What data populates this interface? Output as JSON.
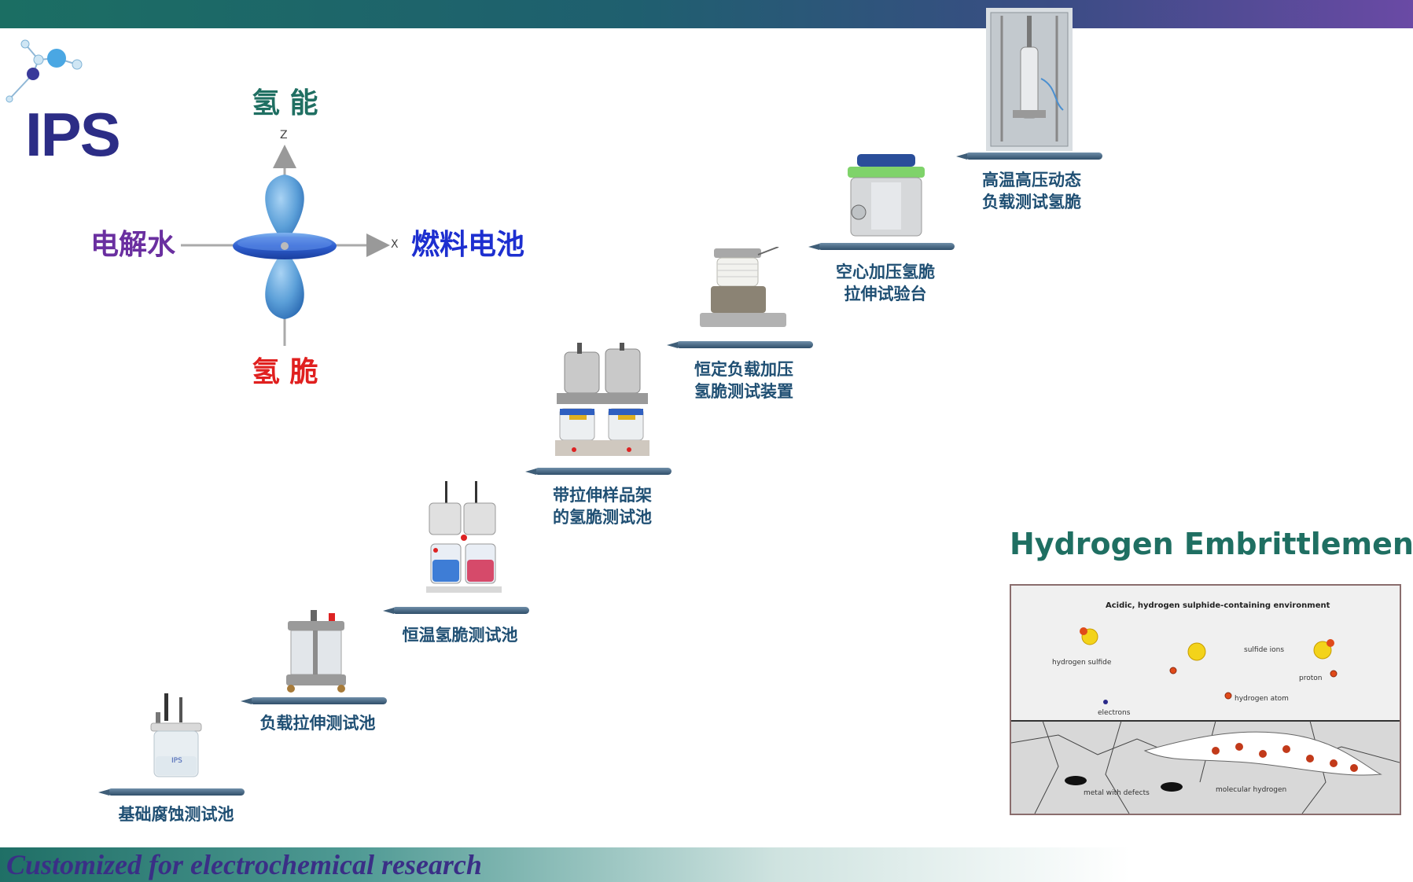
{
  "logo": {
    "text": "IPS"
  },
  "orbital": {
    "top_label": "氢 能",
    "bottom_label": "氢 脆",
    "left_label": "电解水",
    "right_label": "燃料电池",
    "z_axis": "Z",
    "x_axis": "X",
    "colors": {
      "top": "#1f6f62",
      "bottom": "#e0201f",
      "left": "#6a2fa0",
      "right": "#1d2fd0"
    }
  },
  "steps": [
    {
      "line1": "基础腐蚀测试池",
      "line2": ""
    },
    {
      "line1": "负载拉伸测试池",
      "line2": ""
    },
    {
      "line1": "恒温氢脆测试池",
      "line2": ""
    },
    {
      "line1": "带拉伸样品架",
      "line2": "的氢脆测试池"
    },
    {
      "line1": "恒定负载加压",
      "line2": "氢脆测试装置"
    },
    {
      "line1": "空心加压氢脆",
      "line2": "拉伸试验台"
    },
    {
      "line1": "高温高压动态",
      "line2": "负载测试氢脆"
    }
  ],
  "embrittlement": {
    "title": "Hydrogen Embrittlement",
    "env_label": "Acidic, hydrogen sulphide-containing environment",
    "hydrogen_sulfide": "hydrogen sulfide",
    "sulfide_ions": "sulfide ions",
    "proton": "proton",
    "hydrogen_atom": "hydrogen atom",
    "electrons": "electrons",
    "metal_with_defects": "metal with defects",
    "molecular_hydrogen": "molecular hydrogen"
  },
  "footer": {
    "tagline": "Customized for electrochemical research"
  }
}
